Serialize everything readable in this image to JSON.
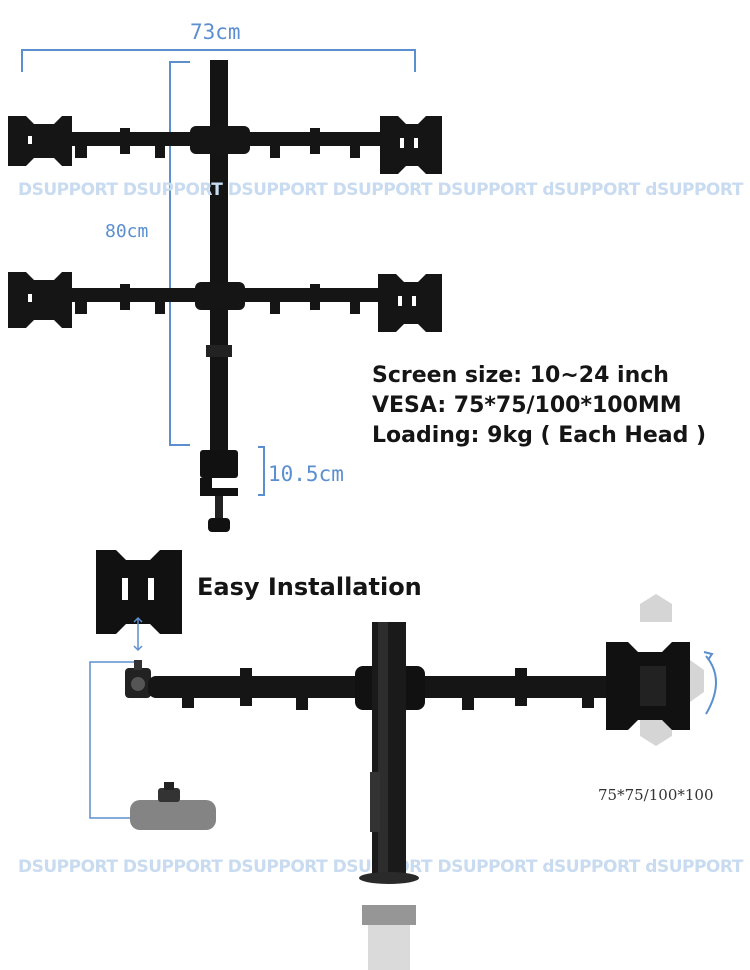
{
  "dimensions": {
    "width_label": "73cm",
    "height_label": "80cm",
    "clamp_label": "10.5cm"
  },
  "watermarks": {
    "row_top": "DSUPPORT  DSUPPORT DSUPPORT  DSUPPORT DSUPPORT dSUPPORT dSUPPORT",
    "row_bottom": "DSUPPORT  DSUPPORT  DSUPPORT  DSUPPORT DSUPPORT dSUPPORT dSUPPORT"
  },
  "specs": {
    "screen_size": "Screen size: 10~24 inch",
    "vesa": "VESA: 75*75/100*100MM",
    "loading": "Loading: 9kg ( Each Head )"
  },
  "install": {
    "label": "Easy Installation",
    "vesa_pattern": "75*75/100*100"
  },
  "colors": {
    "dimension_lines": "#5b8fd0",
    "product": "#111111",
    "watermark": "#c8dbf0"
  },
  "icons": [
    "vesa-plate-icon",
    "rotate-arrow-icon",
    "double-arrow-icon"
  ]
}
